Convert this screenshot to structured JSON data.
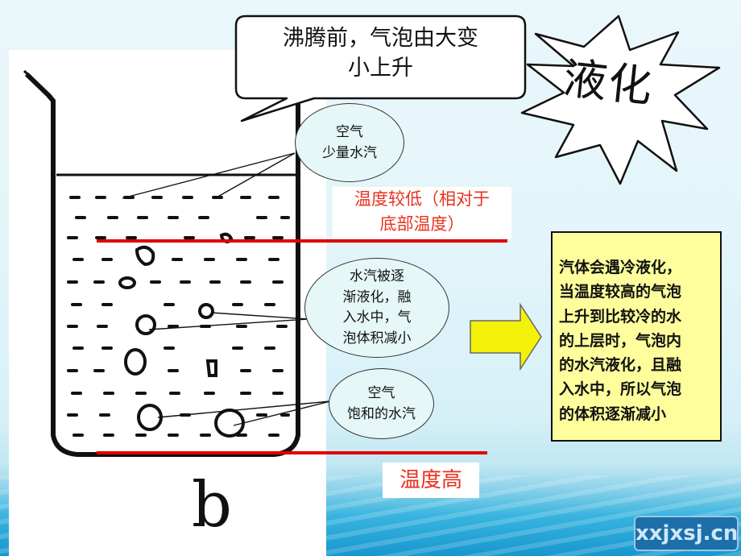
{
  "speech_bubble": {
    "text": "沸腾前，气泡由大变\n小上升"
  },
  "starburst": {
    "text": "液化"
  },
  "ellipse_air_top": {
    "text": "空气\n少量水汽"
  },
  "label_low_temp": {
    "line1": "温度较低（相对于",
    "line2": "底部温度）"
  },
  "ellipse_condense": {
    "text": "水汽被逐\n渐液化，融\n入水中，气\n泡体积减小"
  },
  "ellipse_air_saturated": {
    "text": "空气\n饱和的水汽"
  },
  "label_high_temp": {
    "text": "温度高"
  },
  "beaker_letter": {
    "text": "b"
  },
  "info_box": {
    "text": "汽体会遇冷液化，\n当温度较高的气泡\n上升到比较冷的水\n的上层时，气泡内\n的水汽液化，且融\n入水中，所以气泡\n的体积逐渐减小"
  },
  "watermark": {
    "text": "xxjxsj.cn"
  },
  "colors": {
    "red_line": "#e00000",
    "label_red": "#e8321e",
    "info_fill": "#fefe9c",
    "arrow_fill": "#f3f10a",
    "ellipse_fill": "#e6f7f8"
  }
}
